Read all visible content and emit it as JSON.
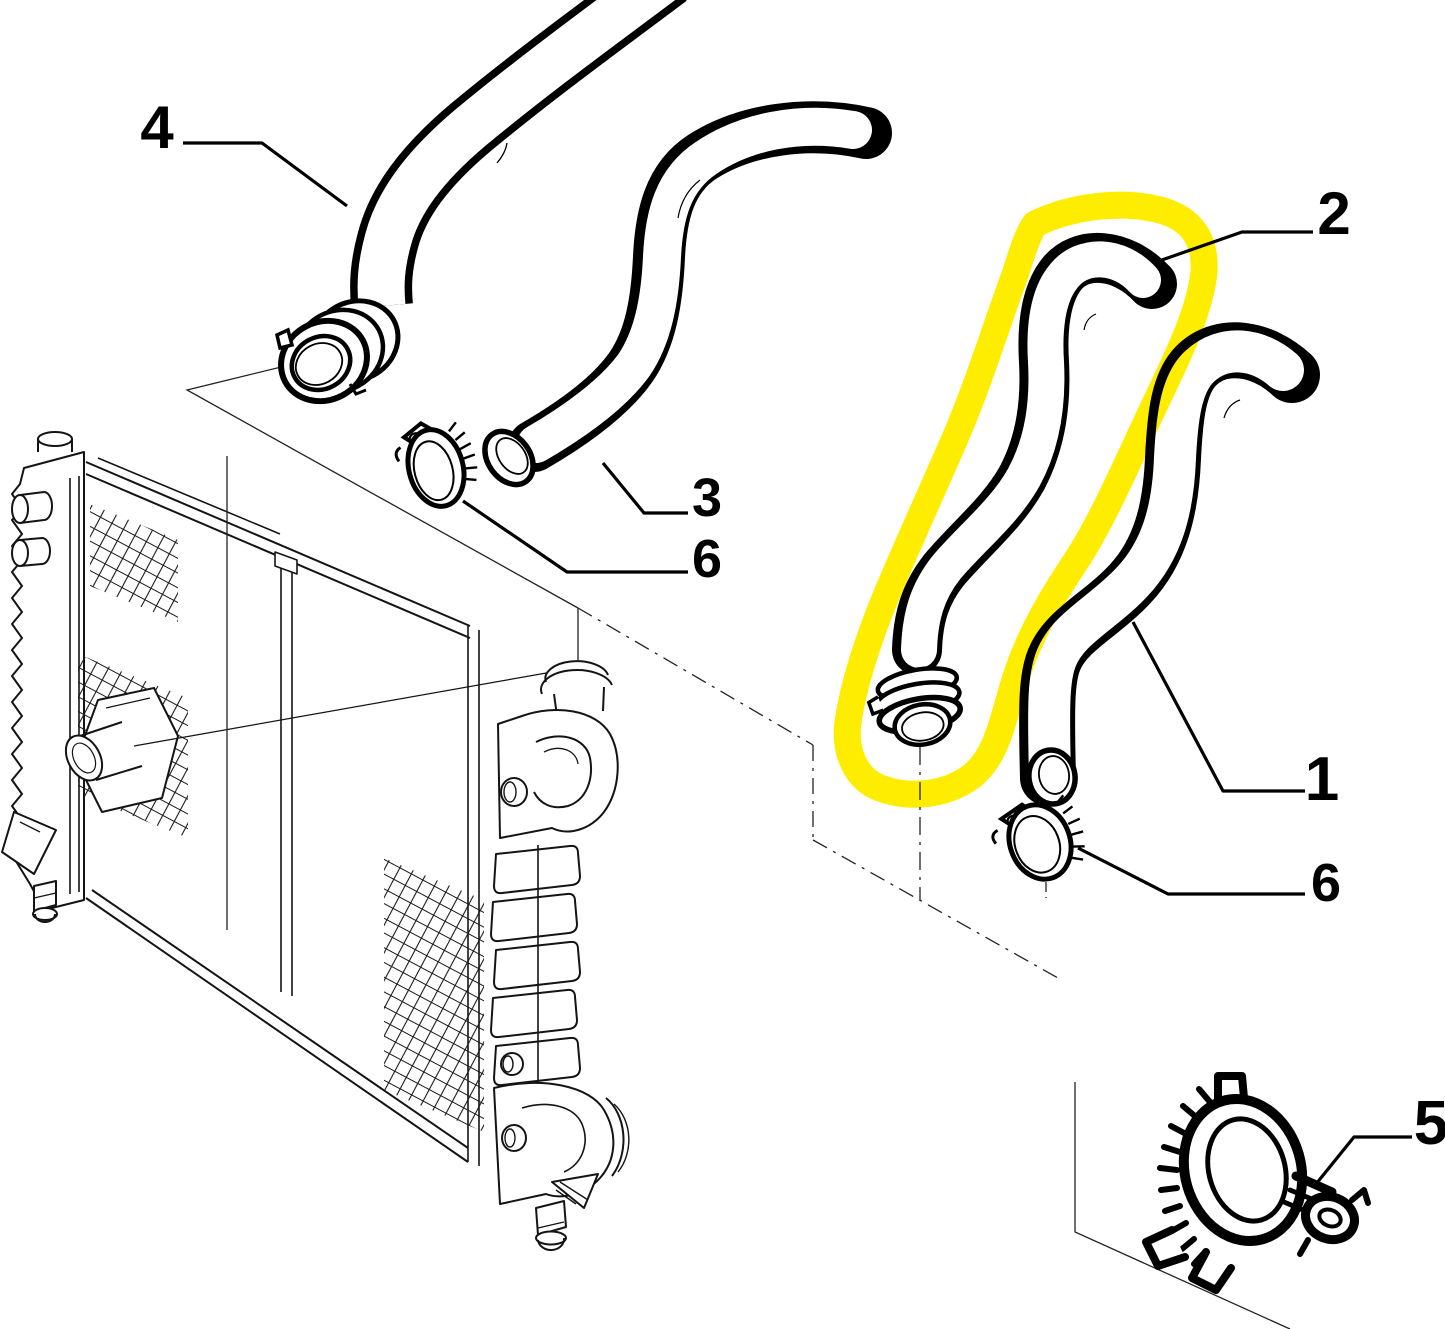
{
  "diagram": {
    "kind": "exploded-parts-diagram",
    "background_color": "#ffffff",
    "line_color": "#000000",
    "highlight_color": "#ffed00",
    "highlighted_callout": "2",
    "callouts": [
      {
        "id": "hose-upper-left",
        "label": "4"
      },
      {
        "id": "hose-middle",
        "label": "3"
      },
      {
        "id": "clamp-worm-left",
        "label": "6"
      },
      {
        "id": "hose-highlighted",
        "label": "2"
      },
      {
        "id": "hose-right",
        "label": "1"
      },
      {
        "id": "clamp-worm-right",
        "label": "6"
      },
      {
        "id": "clamp-ratchet",
        "label": "5"
      }
    ]
  }
}
